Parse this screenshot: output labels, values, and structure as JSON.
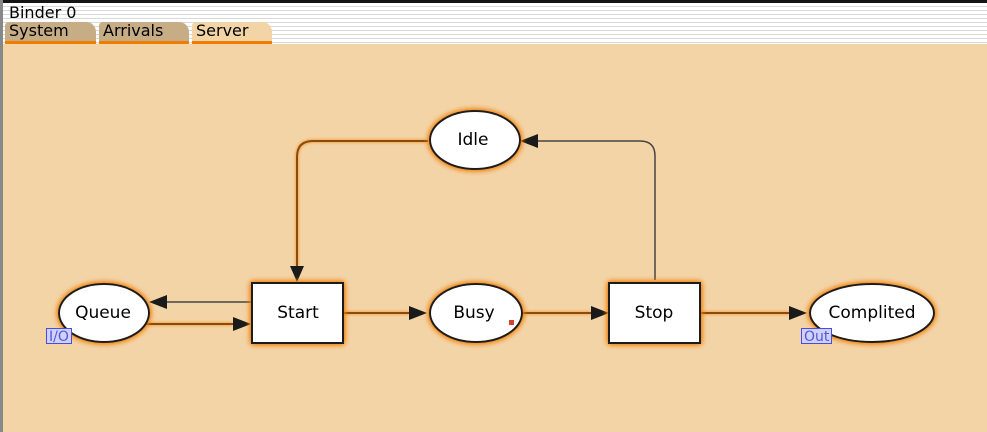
{
  "window": {
    "title": "Binder 0"
  },
  "tabs": [
    {
      "label": "System"
    },
    {
      "label": "Arrivals"
    },
    {
      "label": "Server"
    }
  ],
  "net": {
    "places": {
      "idle": "Idle",
      "queue": "Queue",
      "busy": "Busy",
      "complited": "Complited"
    },
    "transitions": {
      "start": "Start",
      "stop": "Stop"
    },
    "port_tags": {
      "queue": "I/O",
      "complited": "Out"
    }
  },
  "colors": {
    "canvas_bg": "#f3d4a6",
    "highlight": "#f07d00",
    "arc": "#8a4a08",
    "port_tag_border": "#4a4ae6",
    "token": "#d2452b"
  }
}
